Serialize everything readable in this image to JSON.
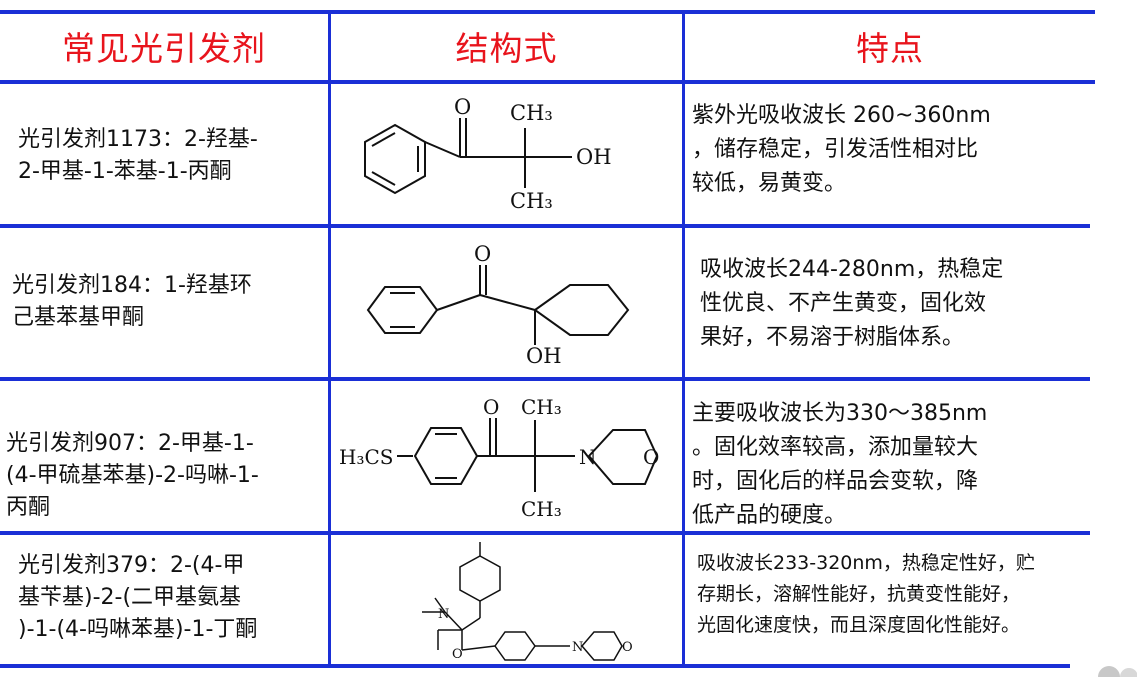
{
  "header": {
    "col1": "常见光引发剂",
    "col2": "结构式",
    "col3": "特点"
  },
  "rows": [
    {
      "name": "光引发剂1173：2-羟基-2-甲基-1-苯基-1-丙酮",
      "name_lines": [
        "光引发剂1173：2-羟基-",
        "2-甲基-1-苯基-1-丙酮"
      ],
      "structure_labels": [
        "O",
        "CH₃",
        "OH",
        "CH₃"
      ],
      "feature_lines": [
        "紫外光吸收波长 260~360nm",
        "，储存稳定，引发活性相对比",
        "较低，易黄变。"
      ]
    },
    {
      "name": "光引发剂184：1-羟基环己基苯基甲酮",
      "name_lines": [
        "光引发剂184：1-羟基环",
        "己基苯基甲酮"
      ],
      "structure_labels": [
        "O",
        "OH"
      ],
      "feature_lines": [
        "吸收波长244-280nm，热稳定",
        "性优良、不产生黄变，固化效",
        "果好，不易溶于树脂体系。"
      ]
    },
    {
      "name": "光引发剂907：2-甲基-1-(4-甲硫基苯基)-2-吗啉-1-丙酮",
      "name_lines": [
        "光引发剂907：2-甲基-1-",
        "(4-甲硫基苯基)-2-吗啉-1-",
        "丙酮"
      ],
      "structure_labels": [
        "O",
        "CH₃",
        "H₃CS",
        "N",
        "O",
        "CH₃"
      ],
      "feature_lines": [
        "主要吸收波长为330～385nm",
        "。固化效率较高，添加量较大",
        "时，固化后的样品会变软，降",
        "低产品的硬度。"
      ]
    },
    {
      "name": "光引发剂379：2-(4-甲基苄基)-2-(二甲基氨基)-1-(4-吗啉苯基)-1-丁酮",
      "name_lines": [
        "光引发剂379：2-(4-甲",
        "基苄基)-2-(二甲基氨基",
        ")-1-(4-吗啉苯基)-1-丁酮"
      ],
      "structure_labels": [
        "N",
        "O",
        "N",
        "O"
      ],
      "feature_lines": [
        "吸收波长233-320nm，热稳定性好，贮",
        "存期长，溶解性能好，抗黄变性能好，",
        "光固化速度快，而且深度固化性能好。"
      ]
    }
  ],
  "colors": {
    "grid": "#1a2fd6",
    "header_text": "#e8141c",
    "body_text": "#111111"
  }
}
